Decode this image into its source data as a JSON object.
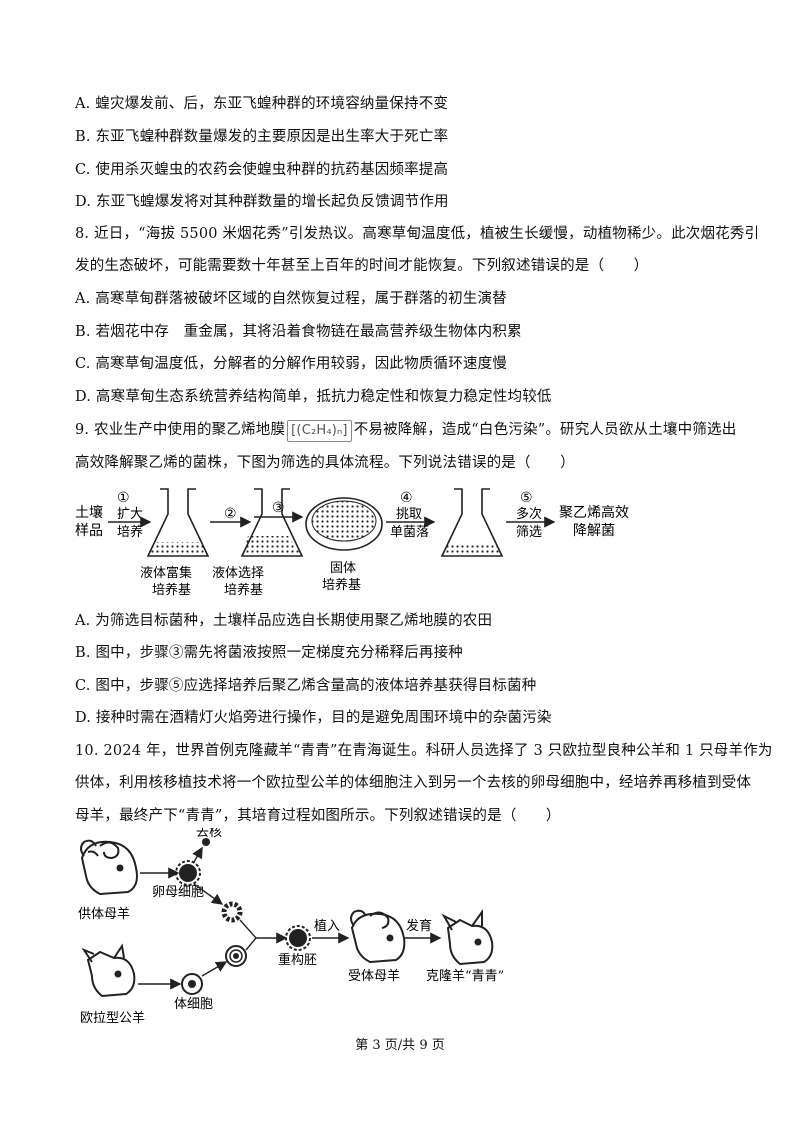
{
  "q7": {
    "options": [
      "A. 蝗灾爆发前、后，东亚飞蝗种群的环境容纳量保持不变",
      "B. 东亚飞蝗种群数量爆发的主要原因是出生率大于死亡率",
      "C. 使用杀灭蝗虫的农药会使蝗虫种群的抗药基因频率提高",
      "D. 东亚飞蝗爆发将对其种群数量的增长起负反馈调节作用"
    ]
  },
  "q8": {
    "stem_line1": "8. 近日，“海拔 5500 米烟花秀”引发热议。高寒草甸温度低，植被生长缓慢，动植物稀少。此次烟花秀引",
    "stem_line2": "发的生态破坏，可能需要数十年甚至上百年的时间才能恢复。下列叙述错误的是（　　）",
    "options": [
      "A. 高寒草甸群落被破坏区域的自然恢复过程，属于群落的初生演替",
      "B. 若烟花中存　重金属，其将沿着食物链在最高营养级生物体内积累",
      "C. 高寒草甸温度低，分解者的分解作用较弱，因此物质循环速度慢",
      "D. 高寒草甸生态系统营养结构简单，抵抗力稳定性和恢复力稳定性均较低"
    ]
  },
  "q9": {
    "stem_line1_pre": "9. 农业生产中使用的聚乙烯地膜",
    "formula": "[(C₂H₄)ₙ]",
    "stem_line1_post": "不易被降解，造成“白色污染”。研究人员欲从土壤中筛选出",
    "stem_line2": "高效降解聚乙烯的菌株，下图为筛选的具体流程。下列说法错误的是（　　）",
    "diagram": {
      "start_l1": "土壤",
      "start_l2": "样品",
      "s1": "①",
      "s1a": "扩大",
      "s1b": "培养",
      "s2": "②",
      "s3": "③",
      "s4": "④",
      "s4a": "挑取",
      "s4b": "单菌落",
      "s5": "⑤",
      "s5a": "多次",
      "s5b": "筛选",
      "end_l1": "聚乙烯高效",
      "end_l2": "降解菌",
      "f1a": "液体富集",
      "f1b": "培养基",
      "f2a": "液体选择",
      "f2b": "培养基",
      "dish_a": "固体",
      "dish_b": "培养基"
    },
    "options": [
      "A. 为筛选目标菌种，土壤样品应选自长期使用聚乙烯地膜的农田",
      "B. 图中，步骤③需先将菌液按照一定梯度充分稀释后再接种",
      "C. 图中，步骤⑤应选择培养后聚乙烯含量高的液体培养基获得目标菌种",
      "D. 接种时需在酒精灯火焰旁进行操作，目的是避免周围环境中的杂菌污染"
    ]
  },
  "q10": {
    "stem_line1": "10. 2024 年，世界首例克隆藏羊“青青”在青海诞生。科研人员选择了 3 只欧拉型良种公羊和 1 只母羊作为",
    "stem_line2": "供体，利用核移植技术将一个欧拉型公羊的体细胞注入到另一个去核的卵母细胞中，经培养再移植到受体",
    "stem_line3": "母羊，最终产下“青青”，其培育过程如图所示。下列叙述错误的是（　　）",
    "diagram": {
      "remove_nucleus": "去核",
      "oocyte": "卵母细胞",
      "donor_ewe": "供体母羊",
      "somatic_cell": "体细胞",
      "ram": "欧拉型公羊",
      "embryo": "重构胚",
      "implant": "植入",
      "recipient": "受体母羊",
      "develop": "发育",
      "clone": "克隆羊“青青”"
    }
  },
  "footer": "第 3 页/共 9 页"
}
